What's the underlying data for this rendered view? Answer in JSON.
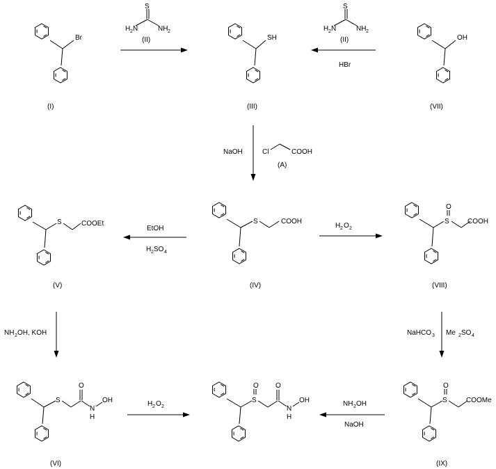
{
  "compounds": {
    "I": {
      "label": "(I)",
      "atoms": [
        "Br"
      ]
    },
    "II_top": {
      "label": "(II)",
      "atoms": [
        "S",
        "H",
        "N",
        "NH"
      ]
    },
    "II_right": {
      "label": "(II)",
      "atoms": [
        "S",
        "H",
        "N",
        "NH"
      ]
    },
    "III": {
      "label": "(III)",
      "atoms": [
        "SH"
      ]
    },
    "VII": {
      "label": "(VII)",
      "atoms": [
        "OH"
      ]
    },
    "A": {
      "label": "(A)",
      "atoms": [
        "Cl",
        "COOH"
      ]
    },
    "IV": {
      "label": "(IV)",
      "atoms": [
        "S",
        "COOH"
      ]
    },
    "V": {
      "label": "(V)",
      "atoms": [
        "S",
        "COOEt"
      ]
    },
    "VIII": {
      "label": "(VIII)",
      "atoms": [
        "S",
        "O",
        "COOH"
      ]
    },
    "VI": {
      "label": "(VI)",
      "atoms": [
        "S",
        "O",
        "N",
        "H",
        "OH"
      ]
    },
    "IX": {
      "label": "(IX)",
      "atoms": [
        "S",
        "O",
        "COOMe"
      ]
    },
    "final": {
      "label": "",
      "atoms": [
        "S",
        "O",
        "O",
        "N",
        "H",
        "OH"
      ]
    }
  },
  "reagents": {
    "r_III_VII": "HBr",
    "naoh_down": "NaOH",
    "etoh": "EtOH",
    "h2so4": "H",
    "h2so4_rest": "SO",
    "h2o2_IV": "H",
    "h2o2_IV_rest": "O",
    "nh2oh_koh": "NH",
    "nh2oh_koh_rest1": "OH, KOH",
    "nahco3": "NaHCO",
    "me2so4": "Me",
    "me2so4_rest": "SO",
    "h2o2_VI": "H",
    "h2o2_VI_rest": "O",
    "nh2oh_IX": "NH",
    "nh2oh_IX_rest": "OH",
    "naoh_IX": "NaOH"
  },
  "subscripts": {
    "two": "2",
    "three": "3",
    "four": "4"
  }
}
